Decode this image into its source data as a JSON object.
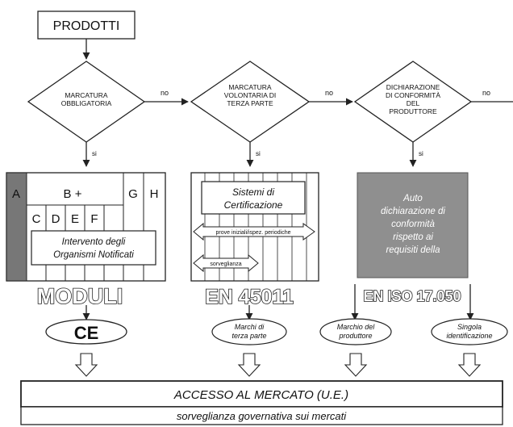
{
  "products_title": "PRODOTTI",
  "decisions": [
    {
      "line1": "MARCATURA",
      "line2": "OBBLIGATORIA",
      "line3": "",
      "line4": "",
      "no_label": "no",
      "yes_label": "si"
    },
    {
      "line1": "MARCATURA",
      "line2": "VOLONTARIA DI",
      "line3": "TERZA PARTE",
      "line4": "",
      "no_label": "no",
      "yes_label": "si"
    },
    {
      "line1": "DICHIARAZIONE",
      "line2": "DI CONFORMITÀ",
      "line3": "DEL",
      "line4": "PRODUTTORE",
      "no_label": "no",
      "yes_label": "si"
    }
  ],
  "modules": {
    "cells": [
      "A",
      "B +",
      "G",
      "H",
      "C",
      "D",
      "E",
      "F"
    ],
    "notified_line1": "Intervento degli",
    "notified_line2": "Organismi Notificati",
    "caption": "MODULI"
  },
  "certification": {
    "title_line1": "Sistemi di",
    "title_line2": "Certificazione",
    "tests_label": "prove iniziali/ispez. periodiche",
    "surveillance_label": "sorveglianza",
    "caption": "EN 45011"
  },
  "self_declaration": {
    "line1": "Auto",
    "line2": "dichiarazione di",
    "line3": "conformità",
    "line4": "rispetto ai",
    "line5": "requisiti della",
    "caption": "EN ISO 17.050"
  },
  "marks": {
    "ce": "CE",
    "third_party_line1": "Marchi di",
    "third_party_line2": "terza parte",
    "producer_line1": "Marchio del",
    "producer_line2": "produttore",
    "single_line1": "Singola",
    "single_line2": "identificazione"
  },
  "market": {
    "access": "ACCESSO AL MERCATO (U.E.)",
    "surveillance": "sorveglianza governativa sui mercati"
  },
  "colors": {
    "grey_panel": "#8f8f8f",
    "dark_strip": "#777777",
    "line": "#222222"
  }
}
